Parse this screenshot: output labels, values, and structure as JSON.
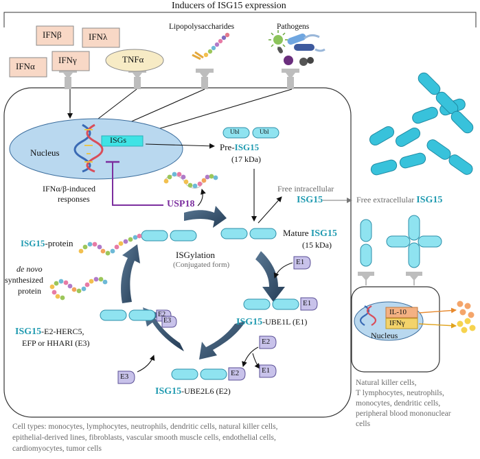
{
  "title": "Inducers of ISG15 expression",
  "inducers": {
    "ifnb": "IFNβ",
    "ifnl": "IFNλ",
    "ifna": "IFNα",
    "ifng": "IFNγ",
    "tnfa": "TNFα",
    "lps": "Lipopolysaccharides",
    "pathogens": "Pathogens"
  },
  "nucleus": {
    "label": "Nucleus",
    "isgs": "ISGs"
  },
  "ifn_responses": [
    "IFNα/β-induced",
    "responses"
  ],
  "usp18": "USP18",
  "pre": {
    "ubl1": "Ubl",
    "ubl2": "Ubl",
    "prefix": "Pre-",
    "name": "ISG15",
    "kda": "(17 kDa)"
  },
  "mature": {
    "prefix": "Mature ",
    "name": "ISG15",
    "kda": "(15 kDa)"
  },
  "free_intra": {
    "line1": "Free intracellular",
    "name": "ISG15"
  },
  "free_extra": {
    "prefix": "Free extracellular ",
    "name": "ISG15"
  },
  "cycle": {
    "title": "ISGylation",
    "subtitle": "(Conjugated form)"
  },
  "protein": {
    "name": "ISG15",
    "suffix": "-protein"
  },
  "denovo": {
    "line1": "de novo",
    "line2": "synthesized",
    "line3": "protein"
  },
  "ube1l": {
    "name": "ISG15",
    "suffix": "-UBE1L  (E1)"
  },
  "ube2l6": {
    "name": "ISG15",
    "suffix": "-UBE2L6  (E2)"
  },
  "herc": {
    "name": "ISG15",
    "suffix": "-E2-HERC5,",
    "line2": "EFP or HHARI (E3)"
  },
  "enzymes": {
    "e1": "E1",
    "e2": "E2",
    "e3": "E3"
  },
  "immune": {
    "nucleus": "Nucleus",
    "il10": "IL-10",
    "ifng": "IFNγ"
  },
  "immune_cells": [
    "Natural killer  cells,",
    "T lymphocytes, neutrophils,",
    "monocytes, dendritic cells,",
    "peripheral blood mononuclear",
    "cells"
  ],
  "cell_types": [
    "Cell  types: monocytes, lymphocytes, neutrophils, dendritic cells, natural killer  cells,",
    "epithelial-derived  lines,  fibroblasts, vascular smooth muscle cells, endothelial  cells,",
    "cardiomyocytes, tumor cells"
  ],
  "colors": {
    "teal": "#1f9ab0",
    "rod": "#8fe3f0",
    "nucleus": "#b9d8ef",
    "purple": "#7b2d9e",
    "arrow": "#2f4a63",
    "inducer": "#f8d8c6",
    "tnfa": "#f7ebc5",
    "enzyme": "#c8c2ea"
  }
}
